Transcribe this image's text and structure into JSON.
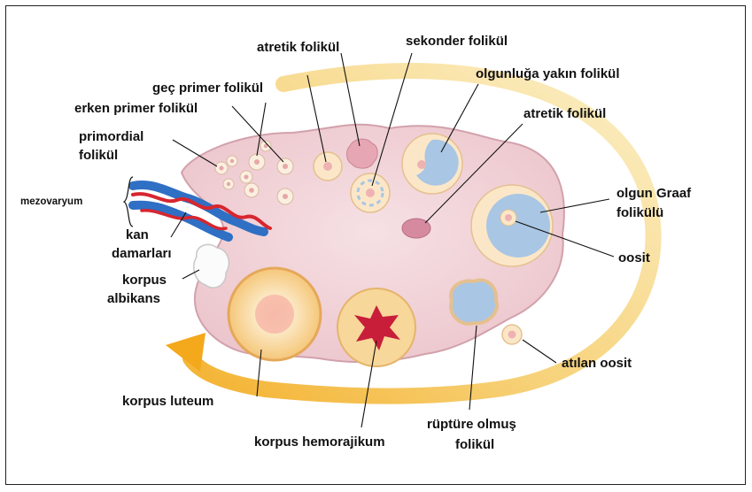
{
  "labels": {
    "atretic_top": "atretik folikül",
    "secondary": "sekonder folikül",
    "late_primary": "geç primer folikül",
    "preantral_mature": "olgunluğa yakın folikül",
    "early_primary": "erken primer folikül",
    "atretic_right": "atretik folikül",
    "primordial_1": "primordial",
    "primordial_2": "folikül",
    "mesovarium": "mezovaryum",
    "graaf_1": "olgun Graaf",
    "graaf_2": "folikülü",
    "vessels_1": "kan",
    "vessels_2": "damarları",
    "oocyte": "oosit",
    "albicans_1": "korpus",
    "albicans_2": "albikans",
    "ovulated_oocyte": "atılan oosit",
    "luteum": "korpus luteum",
    "ruptured_1": "rüptüre olmuş",
    "ruptured_2": "folikül",
    "hemorrhagicum": "korpus hemorajikum"
  },
  "colors": {
    "ovary_fill": "#f3d8dc",
    "ovary_stroke": "#d4a6b0",
    "cycle_arrow": "#f5c451",
    "antrum_blue": "#a9c6e4",
    "vein_blue": "#2f6fc4",
    "artery_red": "#d7262f",
    "corpus_yellow": "#f7d79a",
    "hemorrhage_red": "#c81e3a"
  }
}
